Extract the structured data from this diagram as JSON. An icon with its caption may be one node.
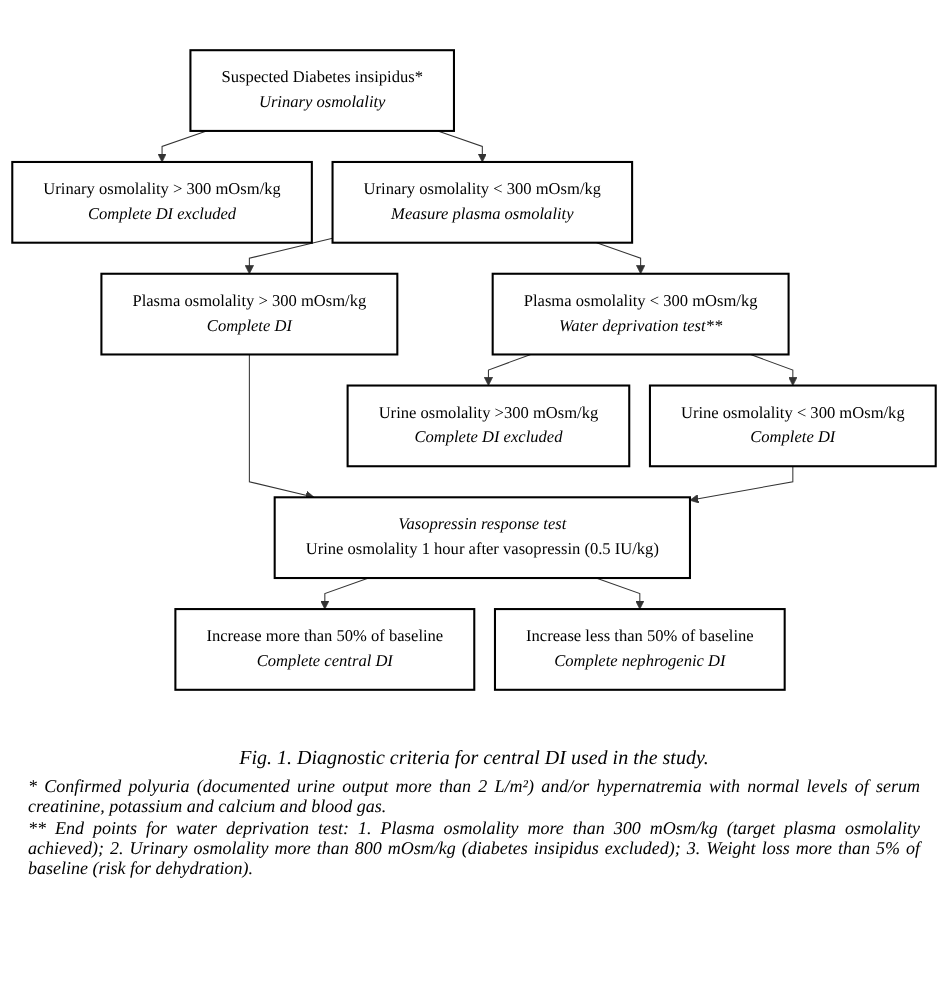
{
  "diagram": {
    "caption": "Fig. 1. Diagnostic criteria for central DI used in the study.",
    "nodes": [
      {
        "text": [
          "Suspected Diabetes insipidus*",
          "Urinary osmolality"
        ]
      },
      {
        "text": [
          "Urinary osmolality > 300 mOsm/kg",
          "Complete DI excluded"
        ]
      },
      {
        "text": [
          "Urinary osmolality < 300 mOsm/kg",
          "Measure plasma osmolality"
        ]
      },
      {
        "text": [
          "Plasma osmolality > 300 mOsm/kg",
          "Complete DI"
        ]
      },
      {
        "text": [
          "Plasma osmolality < 300 mOsm/kg",
          "Water deprivation test**"
        ]
      },
      {
        "text": [
          "Urine osmolality < 300 mOsm/kg",
          "Complete DI"
        ]
      },
      {
        "text": [
          "Urine osmolality >300 mOsm/kg",
          "Complete DI excluded"
        ]
      },
      {
        "text": [
          "Vasopressin response test",
          "Urine osmolality 1 hour after vasopressin (0.5 IU/kg)"
        ]
      },
      {
        "text": [
          "Increase more than 50% of baseline",
          "Complete central DI"
        ]
      },
      {
        "text": [
          "Increase less than 50% of baseline",
          "Complete nephrogenic DI"
        ]
      }
    ],
    "edges": [
      {
        "from": 0,
        "to": 1,
        "arrow": "to"
      },
      {
        "from": 0,
        "to": 2,
        "arrow": "to"
      },
      {
        "from": 2,
        "to": 3,
        "arrow": "to"
      },
      {
        "from": 2,
        "to": 4,
        "arrow": "to"
      },
      {
        "from": 4,
        "to": 5,
        "arrow": "to"
      },
      {
        "from": 4,
        "to": 6,
        "arrow": "to"
      },
      {
        "from": 3,
        "to": 7,
        "arrow": "to"
      },
      {
        "from": 5,
        "to": 7,
        "arrow": "to"
      },
      {
        "from": 7,
        "to": 8,
        "arrow": "to"
      },
      {
        "from": 7,
        "to": 9,
        "arrow": "to"
      }
    ],
    "labels": [
      "* Confirmed polyuria (documented urine output more than 2 L/m²) and/or hypernatremia with normal levels of serum creatinine, potassium and calcium and blood gas.",
      "** End points for water deprivation test: 1. Plasma osmolality more than 300 mOsm/kg (target plasma osmolality achieved); 2. Urinary osmolality more than 800 mOsm/kg (diabetes insipidus excluded); 3. Weight loss more than 5% of baseline (risk for dehydration)."
    ]
  }
}
